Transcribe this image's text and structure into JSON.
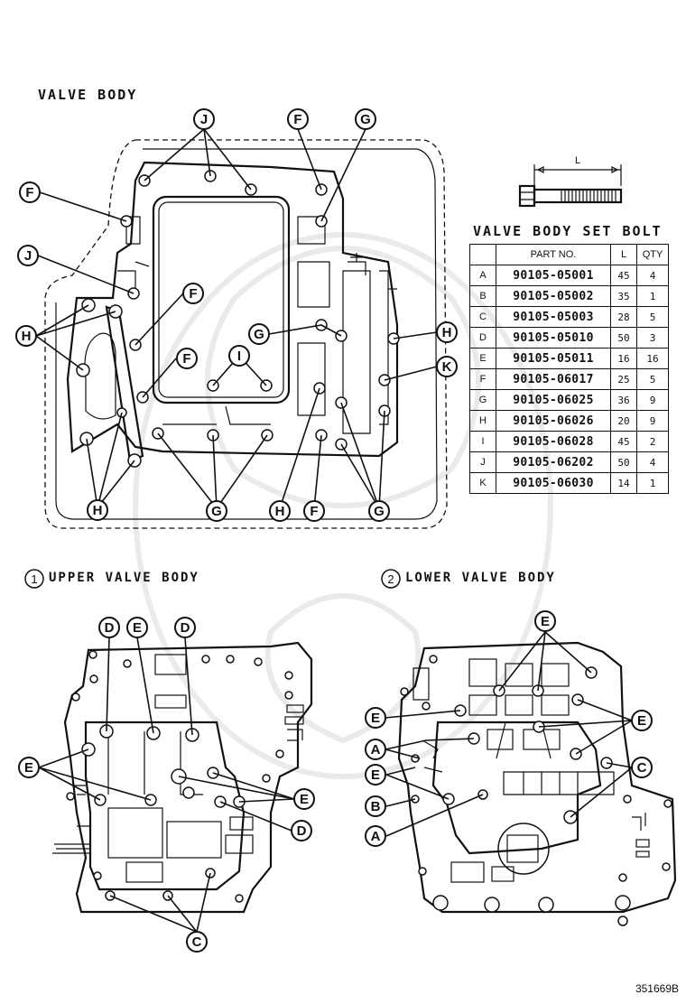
{
  "headings": {
    "valve_body": "VALVE BODY",
    "table_title": "VALVE BODY SET BOLT",
    "upper_num": "1",
    "upper": "UPPER VALVE BODY",
    "lower_num": "2",
    "lower": "LOWER VALVE BODY",
    "length_label": "L"
  },
  "table": {
    "col_part": "PART NO.",
    "col_len": "L",
    "col_qty": "QTY",
    "rows": [
      {
        "sym": "A",
        "part": "90105-05001",
        "len": "45",
        "qty": "4"
      },
      {
        "sym": "B",
        "part": "90105-05002",
        "len": "35",
        "qty": "1"
      },
      {
        "sym": "C",
        "part": "90105-05003",
        "len": "28",
        "qty": "5"
      },
      {
        "sym": "D",
        "part": "90105-05010",
        "len": "50",
        "qty": "3"
      },
      {
        "sym": "E",
        "part": "90105-05011",
        "len": "16",
        "qty": "16"
      },
      {
        "sym": "F",
        "part": "90105-06017",
        "len": "25",
        "qty": "5"
      },
      {
        "sym": "G",
        "part": "90105-06025",
        "len": "36",
        "qty": "9"
      },
      {
        "sym": "H",
        "part": "90105-06026",
        "len": "20",
        "qty": "9"
      },
      {
        "sym": "I",
        "part": "90105-06028",
        "len": "45",
        "qty": "2"
      },
      {
        "sym": "J",
        "part": "90105-06202",
        "len": "50",
        "qty": "4"
      },
      {
        "sym": "K",
        "part": "90105-06030",
        "len": "14",
        "qty": "1"
      }
    ]
  },
  "callouts": {
    "a": "A",
    "b": "B",
    "c": "C",
    "d": "D",
    "e": "E",
    "f": "F",
    "g": "G",
    "h": "H",
    "i": "I",
    "j": "J",
    "k": "K"
  },
  "footer_code": "351669B"
}
